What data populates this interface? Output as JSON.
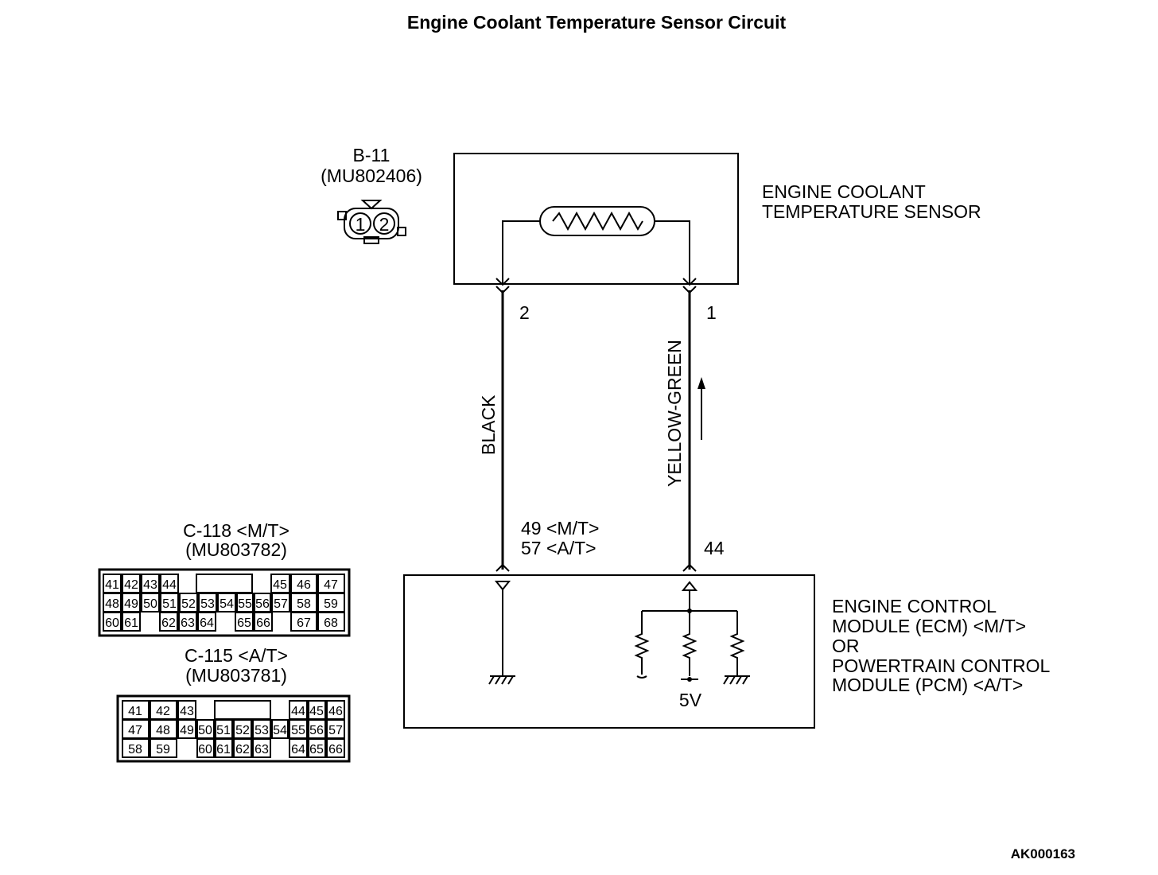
{
  "title": "Engine Coolant Temperature Sensor Circuit",
  "figure_code": "AK000163",
  "sensor_connector": {
    "id": "B-11",
    "part": "(MU802406)",
    "pins": [
      "1",
      "2"
    ]
  },
  "sensor": {
    "line1": "ENGINE COOLANT",
    "line2": "TEMPERATURE SENSOR"
  },
  "wires": {
    "left": {
      "pin": "2",
      "color": "BLACK",
      "ecm_pin_mt": "49 <M/T>",
      "ecm_pin_at": "57 <A/T>"
    },
    "right": {
      "pin": "1",
      "color": "YELLOW-GREEN",
      "ecm_pin": "44"
    }
  },
  "ecm": {
    "line1": "ENGINE CONTROL",
    "line2": "MODULE (ECM) <M/T>",
    "line3": "OR",
    "line4": "POWERTRAIN CONTROL",
    "line5": "MODULE (PCM) <A/T>",
    "voltage": "5V"
  },
  "connector_mt": {
    "id": "C-118 <M/T>",
    "part": "(MU803782)",
    "rows": [
      [
        "41",
        "42",
        "43",
        "44",
        "",
        "45",
        "46",
        "47"
      ],
      [
        "48",
        "49",
        "50",
        "51",
        "52",
        "53",
        "54",
        "55",
        "56",
        "57",
        "58",
        "59"
      ],
      [
        "60",
        "61",
        "62",
        "63",
        "64",
        "65",
        "66",
        "67",
        "68"
      ]
    ]
  },
  "connector_at": {
    "id": "C-115 <A/T>",
    "part": "(MU803781)",
    "rows": [
      [
        "41",
        "42",
        "43",
        "",
        "44",
        "45",
        "46"
      ],
      [
        "47",
        "48",
        "49",
        "50",
        "51",
        "52",
        "53",
        "54",
        "55",
        "56",
        "57"
      ],
      [
        "58",
        "59",
        "60",
        "61",
        "62",
        "63",
        "64",
        "65",
        "66"
      ]
    ]
  }
}
